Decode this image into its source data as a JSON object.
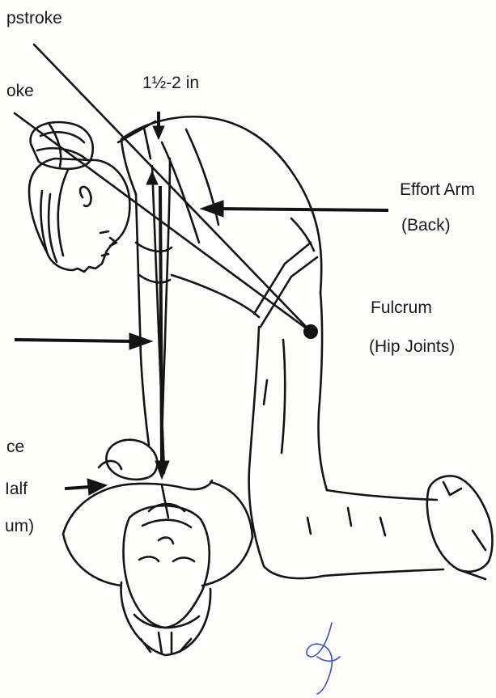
{
  "labels": {
    "upstroke": "pstroke",
    "downstroke": "oke",
    "depth": "1½-2 in",
    "effort_arm": "Effort Arm",
    "effort_arm_sub": "(Back)",
    "fulcrum": "Fulcrum",
    "fulcrum_sub": "(Hip Joints)",
    "force_line1": "ce",
    "force_line2": "Ialf",
    "force_line3": "um)"
  },
  "icons": {
    "signature": "handwritten-signature"
  },
  "colors": {
    "ink": "#141414",
    "signature_ink": "#3a4fc4",
    "paper": "#fefefd"
  }
}
